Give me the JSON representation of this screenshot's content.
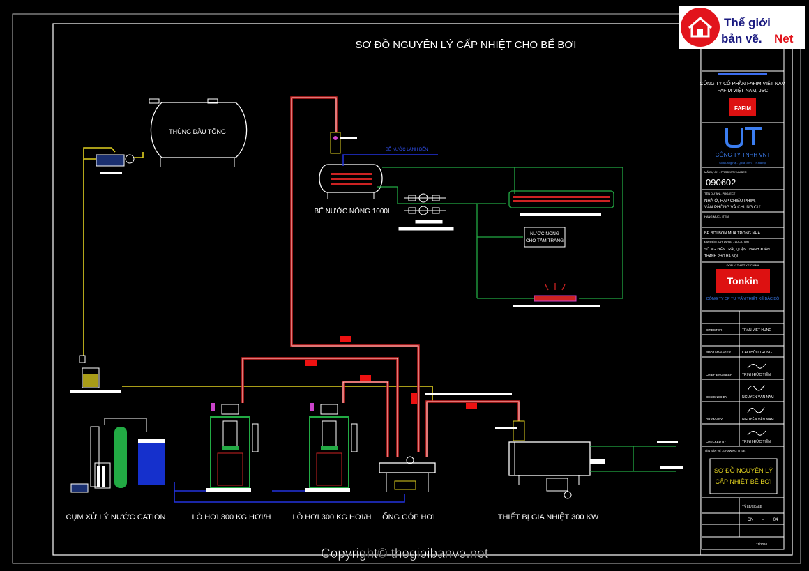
{
  "title": "SƠ ĐỒ NGUYÊN LÝ CẤP NHIỆT CHO BỂ BƠI",
  "logo": {
    "line1": "Thế giới",
    "line2": "bản vẽ.",
    "line3": "Net"
  },
  "labels": {
    "oil_tank": "THÙNG DẦU TỔNG",
    "hot_water_tank": "BỂ NƯỚC NÓNG 1000L",
    "cold_water_inlet": "BỂ NƯỚC LẠNH ĐẾN",
    "shower_hot_water_1": "NƯỚC NÓNG",
    "shower_hot_water_2": "CHO TẮM TRÁNG",
    "cation_unit": "CỤM XỬ LÝ NƯỚC CATION",
    "boiler_1": "LÒ HƠI 300 KG HƠI/H",
    "boiler_2": "LÒ HƠI 300 KG HƠI/H",
    "steam_header": "ỐNG GÓP HƠI",
    "heater": "THIẾT BỊ GIA NHIỆT 300 KW"
  },
  "copyright": "Copyright© thegioibanve.net",
  "title_block": {
    "company1_line1": "CÔNG TY CỔ PHẦN FAFIM VIỆT NAM",
    "company1_line2": "FAFIM VIỆT NAM, JSC",
    "company1_logo": "FAFIM",
    "company2": "CÔNG TY TNHH VNT",
    "company2_address": "Số 6 Láng Hạ - Q.Ba Đình - TP.Hà Nội",
    "project_no_label": "MÃ DỰ ÁN - PROJECT NUMBER",
    "project_no": "090602",
    "project_label": "TÊN DỰ ÁN - PROJECT",
    "project_line1": "NHÀ Ở, RẠP CHIẾU PHIM,",
    "project_line2": "VĂN PHÒNG VÀ CHUNG CƯ",
    "item_label": "HẠNG MỤC - ITEM",
    "item": "BỂ BƠI BỐN MÙA TRONG NHÀ",
    "location_label": "ĐỊA ĐIỂM XÂY DỰNG - LOCATION",
    "location_line1": "SỐ NGUYỄN TRÃI, QUẬN THANH XUÂN",
    "location_line2": "THÀNH PHỐ HÀ NỘI",
    "consultant_label": "ĐƠN VỊ THIẾT KẾ CHÍNH",
    "consultant_logo": "Tonkin",
    "consultant_name": "CÔNG TY CP TƯ VẤN THIẾT KẾ BẮC BỘ",
    "director_label": "DIRECTOR",
    "director": "TRẦN VIỆT HÙNG",
    "pm_label": "PROJ.MANAGER",
    "pm": "CAO HỮU TRUNG",
    "chief_label": "CHIEF ENGINEER",
    "chief": "TRỊNH ĐỨC TIẾN",
    "designer_label": "DESIGNED BY",
    "designer": "NGUYỄN VĂN NAM",
    "drawn_label": "DRAWN BY",
    "drawn": "NGUYỄN VĂN NAM",
    "checked_label": "CHECKED BY",
    "checked": "TRỊNH ĐỨC TIẾN",
    "drawing_title_label": "TÊN BẢN VẼ - DRAWING TITLE",
    "drawing_title_line1": "SƠ ĐỒ NGUYÊN LÝ",
    "drawing_title_line2": "CẤP NHIỆT BỂ BƠI",
    "sheet_prefix": "CN",
    "sheet_dash": "-",
    "sheet_no": "04",
    "scale": "TỶ LỆ/SCALE",
    "date": "11/2010"
  },
  "colors": {
    "background": "#000000",
    "hot_water": "#22aa44",
    "steam_pipe": "#cc2222",
    "fuel_line": "#e0d020",
    "cold_water": "#2233dd",
    "equipment": "#ffffff",
    "accent_red": "#ee1111"
  }
}
